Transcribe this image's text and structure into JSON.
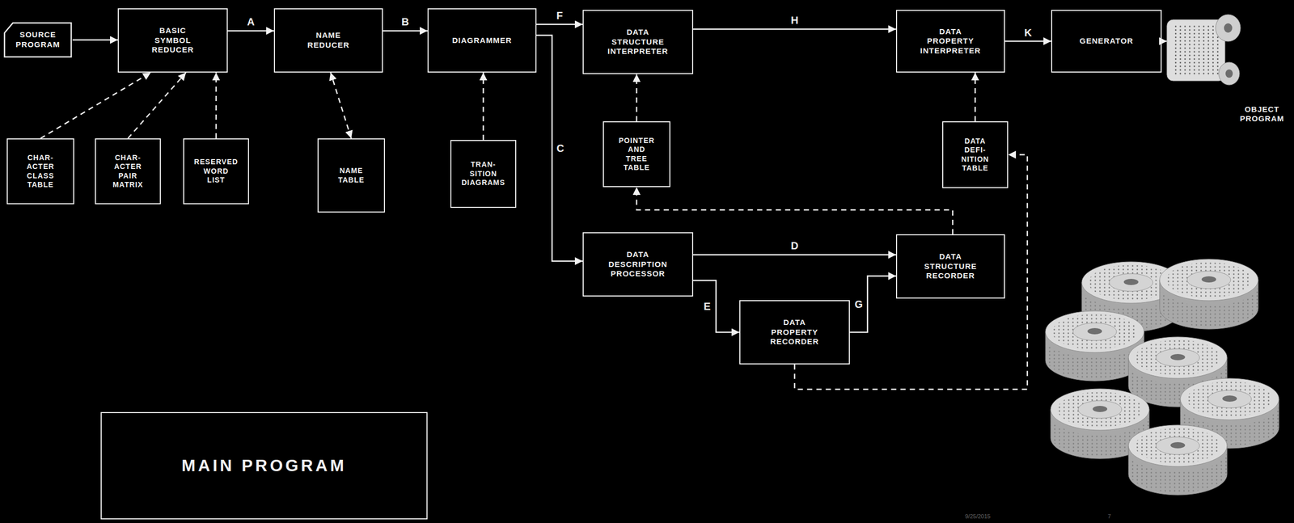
{
  "diagram": {
    "nodes": [
      {
        "text": [
          "SOURCE PROGRAM"
        ]
      },
      {
        "text": [
          "BASIC SYMBOL REDUCER"
        ]
      },
      {
        "text": [
          "NAME REDUCER"
        ]
      },
      {
        "text": [
          "DIAGRAMMER"
        ]
      },
      {
        "text": [
          "DATA STRUCTURE INTERPRETER"
        ]
      },
      {
        "text": [
          "DATA PROPERTY INTERPRETER"
        ]
      },
      {
        "text": [
          "GENERATOR"
        ]
      },
      {
        "text": [
          "OBJECT PROGRAM"
        ]
      },
      {
        "text": [
          "CHAR- ACTER CLASS TABLE"
        ]
      },
      {
        "text": [
          "CHAR- ACTER PAIR MATRIX"
        ]
      },
      {
        "text": [
          "RESERVED WORD LIST"
        ]
      },
      {
        "text": [
          "NAME TABLE"
        ]
      },
      {
        "text": [
          "TRAN- SITION DIAGRAMS"
        ]
      },
      {
        "text": [
          "POINTER AND TREE TABLE"
        ]
      },
      {
        "text": [
          "DATA DEFI- NITION TABLE"
        ]
      },
      {
        "text": [
          "DATA DESCRIPTION PROCESSOR"
        ]
      },
      {
        "text": [
          "DATA STRUCTURE RECORDER"
        ]
      },
      {
        "text": [
          "DATA PROPERTY RECORDER"
        ]
      },
      {
        "text": [
          "MAIN PROGRAM"
        ]
      }
    ],
    "edges": [
      {
        "from": 0,
        "to": 1,
        "arrow": "to"
      },
      {
        "from": 1,
        "to": 2,
        "label": "A",
        "arrow": "to"
      },
      {
        "from": 2,
        "to": 3,
        "label": "B",
        "arrow": "to"
      },
      {
        "from": 3,
        "to": 4,
        "label": "F",
        "arrow": "to"
      },
      {
        "from": 3,
        "to": 15,
        "label": "C",
        "arrow": "to"
      },
      {
        "from": 4,
        "to": 5,
        "label": "H",
        "arrow": "to"
      },
      {
        "from": 5,
        "to": 6,
        "label": "K",
        "arrow": "to"
      },
      {
        "from": 6,
        "to": 7,
        "arrow": "to"
      },
      {
        "from": 8,
        "to": 1,
        "arrow": "to"
      },
      {
        "from": 9,
        "to": 1,
        "arrow": "to"
      },
      {
        "from": 10,
        "to": 1,
        "arrow": "to"
      },
      {
        "from": 11,
        "to": 2,
        "arrow": "both"
      },
      {
        "from": 12,
        "to": 3,
        "arrow": "to"
      },
      {
        "from": 13,
        "to": 4,
        "arrow": "to"
      },
      {
        "from": 14,
        "to": 5,
        "arrow": "to"
      },
      {
        "from": 15,
        "to": 16,
        "label": "D",
        "arrow": "to"
      },
      {
        "from": 15,
        "to": 17,
        "label": "E",
        "arrow": "to"
      },
      {
        "from": 17,
        "to": 16,
        "label": "G",
        "arrow": "to"
      },
      {
        "from": 16,
        "to": 13,
        "arrow": "to"
      },
      {
        "from": 17,
        "to": 14,
        "arrow": "to"
      }
    ],
    "labels": [
      "9/25/2015",
      "7"
    ]
  }
}
